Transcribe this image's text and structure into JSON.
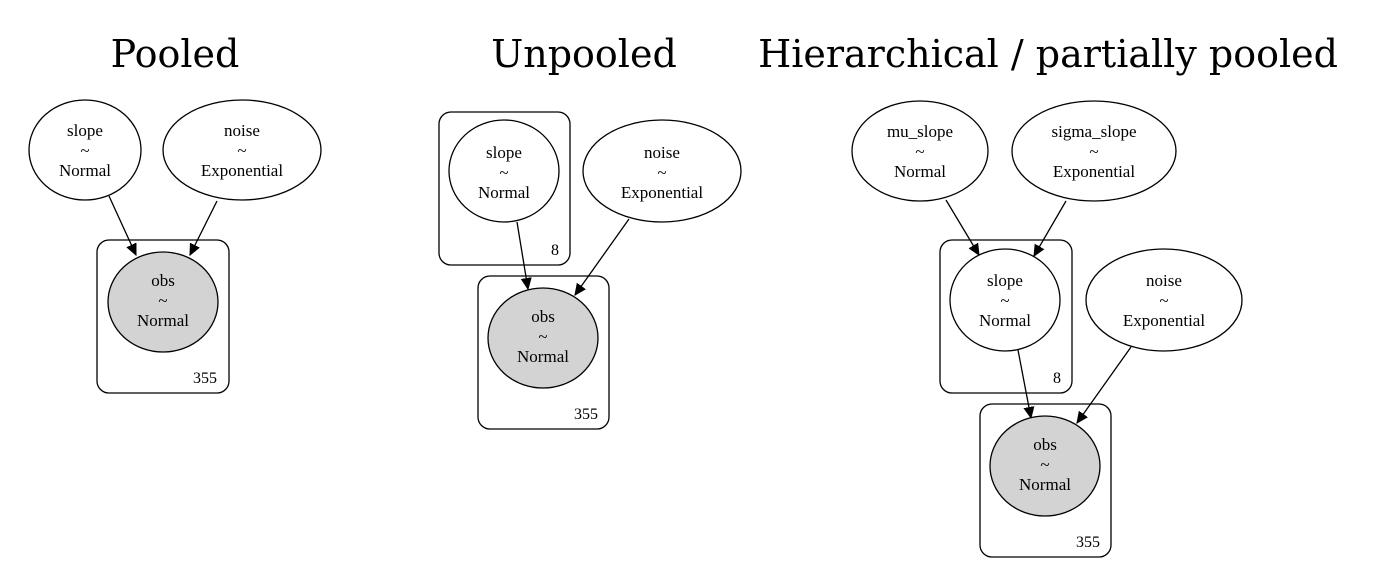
{
  "diagrams": [
    {
      "title": "Pooled",
      "nodes": {
        "slope": {
          "name": "slope",
          "tilde": "~",
          "dist": "Normal",
          "observed": false
        },
        "noise": {
          "name": "noise",
          "tilde": "~",
          "dist": "Exponential",
          "observed": false
        },
        "obs": {
          "name": "obs",
          "tilde": "~",
          "dist": "Normal",
          "observed": true
        }
      },
      "plates": [
        {
          "count": "355"
        }
      ]
    },
    {
      "title": "Unpooled",
      "nodes": {
        "slope": {
          "name": "slope",
          "tilde": "~",
          "dist": "Normal",
          "observed": false
        },
        "noise": {
          "name": "noise",
          "tilde": "~",
          "dist": "Exponential",
          "observed": false
        },
        "obs": {
          "name": "obs",
          "tilde": "~",
          "dist": "Normal",
          "observed": true
        }
      },
      "plates": [
        {
          "count": "8"
        },
        {
          "count": "355"
        }
      ]
    },
    {
      "title": "Hierarchical / partially pooled",
      "nodes": {
        "mu_slope": {
          "name": "mu_slope",
          "tilde": "~",
          "dist": "Normal",
          "observed": false
        },
        "sigma_slope": {
          "name": "sigma_slope",
          "tilde": "~",
          "dist": "Exponential",
          "observed": false
        },
        "slope": {
          "name": "slope",
          "tilde": "~",
          "dist": "Normal",
          "observed": false
        },
        "noise": {
          "name": "noise",
          "tilde": "~",
          "dist": "Exponential",
          "observed": false
        },
        "obs": {
          "name": "obs",
          "tilde": "~",
          "dist": "Normal",
          "observed": true
        }
      },
      "plates": [
        {
          "count": "8"
        },
        {
          "count": "355"
        }
      ]
    }
  ]
}
